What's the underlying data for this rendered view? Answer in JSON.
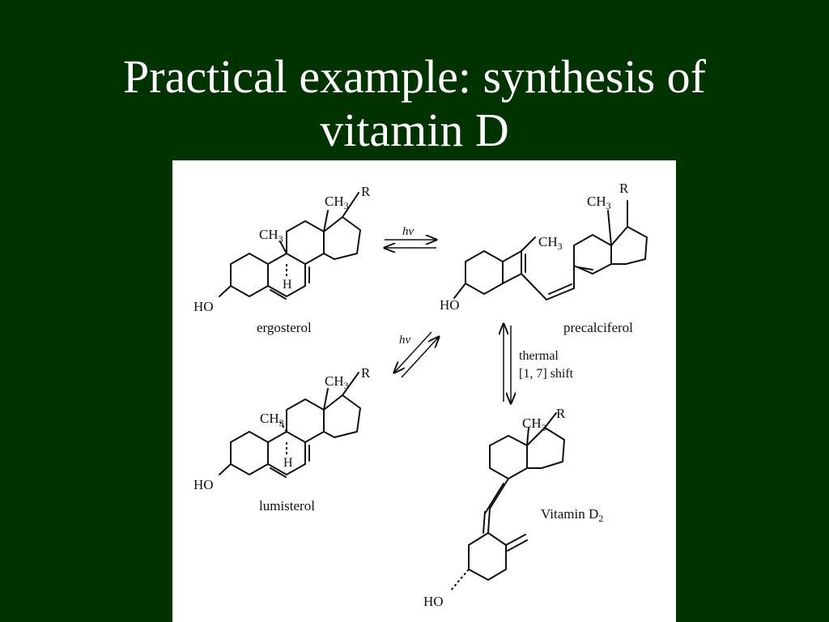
{
  "slide": {
    "title_line1": "Practical example: synthesis of",
    "title_line2": "vitamin D"
  },
  "colors": {
    "background": "#003300",
    "title_text": "#ffffff",
    "panel": "#ffffff"
  },
  "diagram": {
    "molecules": {
      "ergosterol": {
        "name": "ergosterol",
        "methyl_top": "CH",
        "methyl_top_sub": "3",
        "methyl_mid": "CH",
        "methyl_mid_sub": "3",
        "r": "R",
        "h": "H",
        "ho": "HO"
      },
      "precalciferol": {
        "name": "precalciferol",
        "methyl_top": "CH",
        "methyl_top_sub": "3",
        "methyl_mid": "CH",
        "methyl_mid_sub": "3",
        "r": "R",
        "ho": "HO"
      },
      "lumisterol": {
        "name": "lumisterol",
        "methyl_top": "CH",
        "methyl_top_sub": "3",
        "methyl_mid": "CH",
        "methyl_mid_sub": "3",
        "r": "R",
        "h": "H",
        "ho": "HO"
      },
      "vitamin_d2": {
        "name": "Vitamin D",
        "name_sub": "2",
        "methyl_top": "CH",
        "methyl_top_sub": "3",
        "r": "R",
        "ho": "HO"
      }
    },
    "arrows": {
      "ergosterol_precalciferol": "hv",
      "precalciferol_lumisterol": "hv",
      "precalciferol_vitamin": {
        "line1": "thermal",
        "line2": "[1, 7] shift"
      }
    }
  }
}
